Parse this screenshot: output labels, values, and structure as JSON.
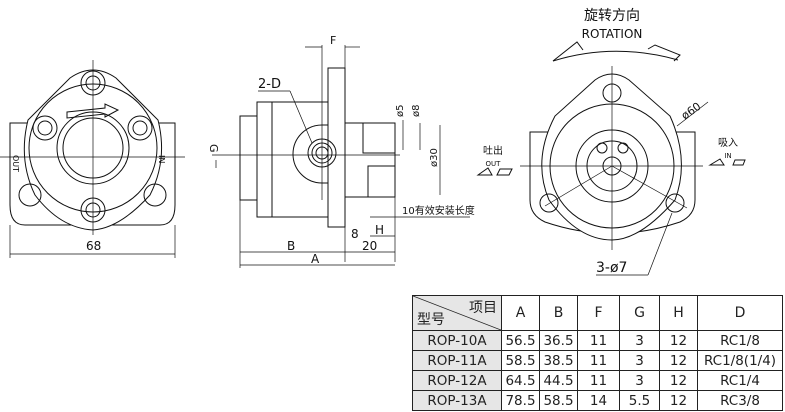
{
  "front_view": {
    "width_dim": "68",
    "side_label_left": "OUT",
    "side_label_right": "IN"
  },
  "side_view": {
    "port_label": "2-D",
    "dim_F": "F",
    "dim_G": "G",
    "dim_B": "B",
    "dim_A": "A",
    "dim_8": "8",
    "dim_H": "H",
    "dim_20": "20",
    "shaft_d5": "ø5",
    "shaft_d8": "ø8",
    "shaft_d30": "ø30",
    "effective_length": "10有效安装长度"
  },
  "rear_view": {
    "rotation_cn": "旋转方向",
    "rotation_en": "ROTATION",
    "out_cn": "吐出",
    "out_en": "OUT",
    "in_cn": "吸入",
    "in_en": "IN",
    "dia_60": "ø60",
    "holes": "3-ø7"
  },
  "table": {
    "corner_top": "项目",
    "corner_bottom": "型号",
    "headers": [
      "A",
      "B",
      "F",
      "G",
      "H",
      "D"
    ],
    "rows": [
      {
        "model": "ROP-10A",
        "A": "56.5",
        "B": "36.5",
        "F": "11",
        "G": "3",
        "H": "12",
        "D": "RC1/8"
      },
      {
        "model": "ROP-11A",
        "A": "58.5",
        "B": "38.5",
        "F": "11",
        "G": "3",
        "H": "12",
        "D": "RC1/8(1/4)"
      },
      {
        "model": "ROP-12A",
        "A": "64.5",
        "B": "44.5",
        "F": "11",
        "G": "3",
        "H": "12",
        "D": "RC1/4"
      },
      {
        "model": "ROP-13A",
        "A": "78.5",
        "B": "58.5",
        "F": "14",
        "G": "5.5",
        "H": "12",
        "D": "RC3/8"
      }
    ]
  }
}
